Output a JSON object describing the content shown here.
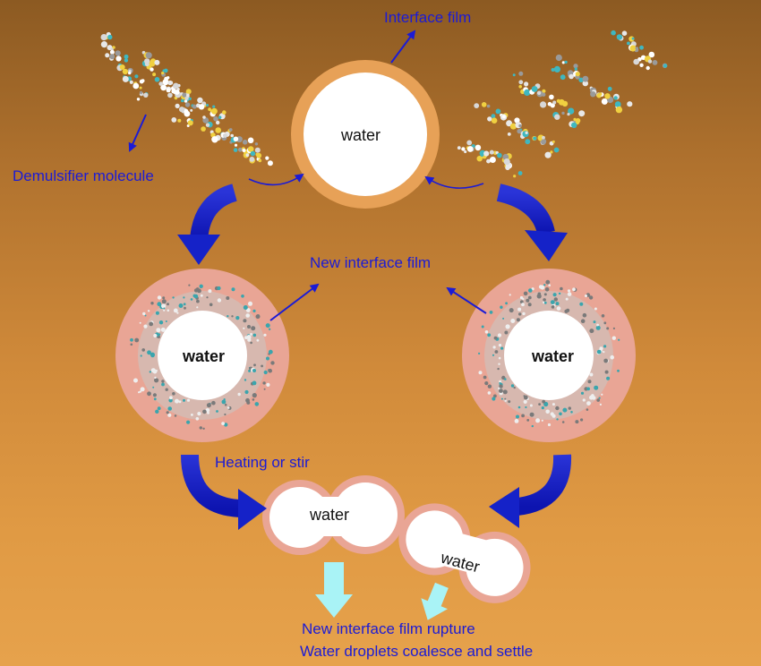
{
  "labels": {
    "interface_film": "Interface film",
    "demulsifier_molecule": "Demulsifier molecule",
    "new_interface_film": "New interface film",
    "heating_or_stir": "Heating or stir",
    "rupture": "New interface film rupture",
    "coalesce": "Water droplets coalesce and settle"
  },
  "droplets": {
    "top": "water",
    "left": "water",
    "right": "water",
    "bottom_left": "water",
    "bottom_right": "water"
  },
  "colors": {
    "label_text": "#1b1bd6",
    "big_arrow": "#1522c8",
    "interface_ring": "#e7a157",
    "new_film_ring": "#e9a595",
    "settle_arrow": "#a9f3f6"
  }
}
